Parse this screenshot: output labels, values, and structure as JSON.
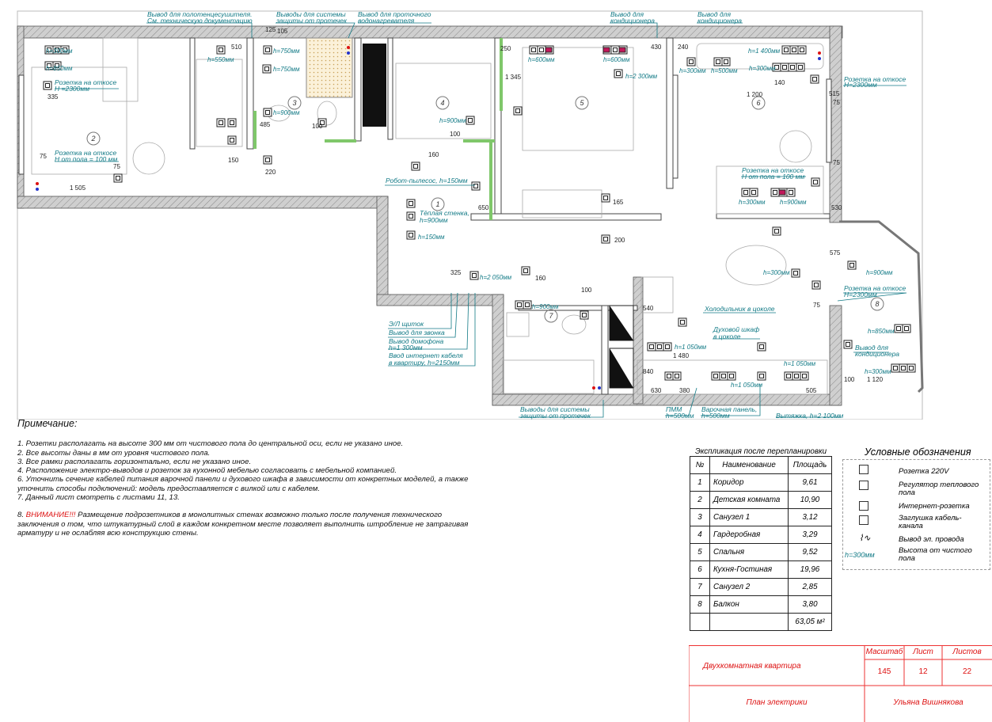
{
  "callouts": {
    "towel": "Вывод для полотенцесушителя.",
    "towel2": "См. техническую документацию",
    "leak_top": "Выводы для системы",
    "leak_top2": "защиты от протечек",
    "heater": "Вывод для проточного",
    "heater2": "водонагревателя",
    "ac1": "Вывод для",
    "ac1b": "кондиционера",
    "ac2": "Вывод для",
    "ac2b": "кондиционера",
    "slope1": "Розетка на откосе",
    "slope1h": "H =2300мм",
    "slope2": "Розетка на откосе",
    "slope2h": "H от пола = 100 мм",
    "slope3": "Розетка на откосе",
    "slope3h": "H=2300мм",
    "slope4": "Розетка на откосе",
    "slope4h": "H от пола = 100 мм",
    "slope5": "Розетка на откосе",
    "slope5h": "H=2300мм",
    "robot": "Робот-пылесос, h=150мм",
    "warmwall": "Тёплая стенка,",
    "warmwall_h": "h=900мм",
    "panel": "Э/Л щиток",
    "bell": "Вывод для звонка",
    "intercom": "Вывод домофона",
    "intercom_h": "h=1 300мм",
    "inet": "Ввод интернет кабеля",
    "inet_h": "в квартиру, h=2150мм",
    "leak_bottom": "Выводы для системы",
    "leak_bottom2": "защиты от протечек",
    "fridge": "Холодильник в цоколе",
    "oven": "Духовой шкаф",
    "oven2": "в цоколе",
    "dishwasher": "ПММ",
    "dishwasher_h": "h=500мм",
    "hob": "Варочная панель,",
    "hob_h": "h=500мм",
    "hood": "Вытяжка, h=2 100мм",
    "ac3": "Вывод для",
    "ac3b": "кондиционера"
  },
  "heights": [
    "h=300мм",
    "h=850мм",
    "h=550мм",
    "h=750мм",
    "h=750мм",
    "h=900мм",
    "h=600мм",
    "h=600мм",
    "h=2 300мм",
    "h=300мм",
    "h=500мм",
    "h=1 400мм",
    "h=300мм",
    "h=900мм",
    "h=300мм",
    "h=900мм",
    "h=150мм",
    "h=2 050мм",
    "h=900мм",
    "h=1 050мм",
    "h=1 050мм",
    "h=1 050мм",
    "h=300мм",
    "h=900мм",
    "h=850мм",
    "h=300мм"
  ],
  "dims": [
    "335",
    "75",
    "1 505",
    "510",
    "125",
    "105",
    "485",
    "150",
    "220",
    "100",
    "250",
    "1 345",
    "100",
    "160",
    "650",
    "165",
    "200",
    "430",
    "240",
    "140",
    "515",
    "75",
    "1 200",
    "530",
    "575",
    "75",
    "75",
    "540",
    "1 480",
    "630",
    "380",
    "505",
    "1 120",
    "100",
    "840",
    "325",
    "160",
    "100",
    "75"
  ],
  "rooms": [
    "1",
    "2",
    "3",
    "4",
    "5",
    "6",
    "7",
    "8"
  ],
  "notes": {
    "title": "Примечание:",
    "items": [
      "1. Розетки располагать на высоте 300 мм от чистового пола до центральной оси, если не указано иное.",
      "2. Все высоты даны в мм от уровня чистового пола.",
      "3. Все рамки располагать горизонтально, если не указано иное.",
      "4. Расположение электро-выводов  и розеток за кухонной мебелью согласовать с мебельной компанией.",
      "6. Уточнить сечение кабелей питания варочной панели и духового шкафа в зависимости от конкретных моделей, а также уточнить способы подключений: модель предоставляется с вилкой или с кабелем.",
      "7. Данный лист смотреть с листами 11, 13."
    ],
    "warning_prefix": "8. ",
    "warning_word": "ВНИМАНИЕ!!!",
    "warning_text": " Размещение подрозетников в монолитных стенах возможно только после получения технического заключения о том, что штукатурный слой в каждом конкретном месте позволяет выполнить штробление не затрагивая арматуру и не ослабляя всю конструкцию стены."
  },
  "explication": {
    "title": "Экспликация после перепланировки",
    "headers": [
      "№",
      "Наименование",
      "Площадь"
    ],
    "rows": [
      [
        "1",
        "Коридор",
        "9,61"
      ],
      [
        "2",
        "Детская комната",
        "10,90"
      ],
      [
        "3",
        "Санузел 1",
        "3,12"
      ],
      [
        "4",
        "Гардеробная",
        "3,29"
      ],
      [
        "5",
        "Спальня",
        "9,52"
      ],
      [
        "6",
        "Кухня-Гостиная",
        "19,96"
      ],
      [
        "7",
        "Санузел 2",
        "2,85"
      ],
      [
        "8",
        "Балкон",
        "3,80"
      ]
    ],
    "total": "63,05 м²"
  },
  "legend": {
    "title": "Условные обозначения",
    "items": [
      "Розетка 220V",
      "Регулятор теплового пола",
      "Интернет-розетка",
      "Заглушка кабель-канала",
      "Вывод эл. провода",
      "Высота от чистого пола"
    ],
    "height_sample": "h=300мм"
  },
  "stamp": {
    "scale_label": "Масштаб",
    "sheet_label": "Лист",
    "sheets_label": "Листов",
    "scale": "145",
    "sheet": "12",
    "sheets": "22",
    "project": "Двухкомнатная квартира",
    "drawing": "План электрики",
    "author": "Ульяна Вишнякова"
  },
  "colors": {
    "wall": "#8a8a8a",
    "teal": "#127a86",
    "warm": "#7fc76a",
    "red": "#d11"
  }
}
